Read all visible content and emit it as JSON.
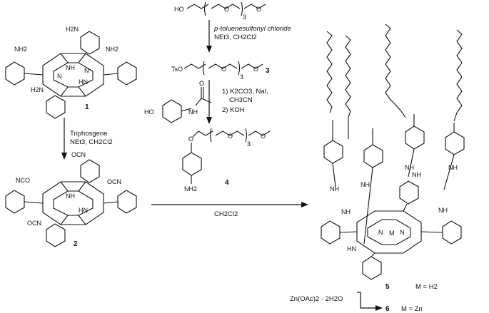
{
  "compounds": {
    "c1": "1",
    "c2": "2",
    "c3": "3",
    "c4": "4",
    "c5": "5",
    "c6": "6"
  },
  "atoms": {
    "NH2": "NH2",
    "H2N": "H2N",
    "OCN": "OCN",
    "NCO": "NCO",
    "NH": "NH",
    "HN": "HN",
    "N": "N",
    "M": "M",
    "O": "O",
    "HO": "HO",
    "TsO": "TsO",
    "sub3": "3"
  },
  "reagents": {
    "tosyl_1": "p-toluenesulfonyl chloride",
    "tosyl_2": "NEt3, CH2Cl2",
    "triphosgene_1": "Triphosgene",
    "triphosgene_2": "NEt3, CH2Cl2",
    "step_a": "1) K2CO3, NaI,",
    "step_b": "CH3CN",
    "step_c": "2) KOH",
    "coupling": "CH2Cl2",
    "zinc": "Zn(OAc)2 · 2H2O"
  },
  "products": {
    "p5": "M = H2",
    "p6": "M = Zn"
  }
}
